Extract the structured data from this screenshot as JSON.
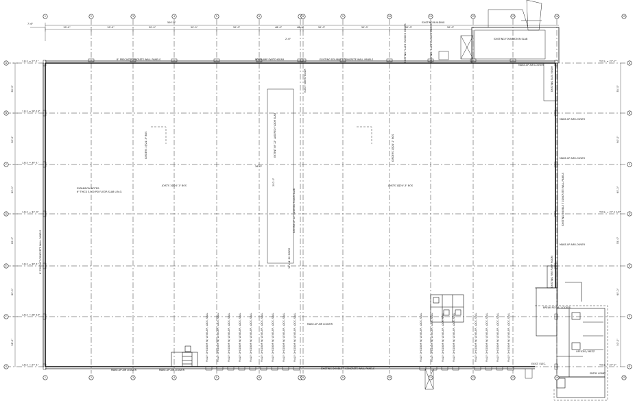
{
  "drawing": {
    "columns": [
      "1",
      "2",
      "3",
      "4",
      "5",
      "6",
      "7",
      "8",
      "9",
      "10",
      "11",
      "12",
      "13",
      "14",
      "15"
    ],
    "rows": [
      "A",
      "B",
      "C",
      "D",
      "E",
      "F",
      "G"
    ],
    "bay_dims": [
      "50'-0\"",
      "50'-0\"",
      "50'-0\"",
      "50'-0\"",
      "50'-0\"",
      "48'-0\"",
      "48'-0\"",
      "50'-0\"",
      "50'-0\"",
      "50'-0\"",
      "50'-0\""
    ],
    "overall_dim": "500'-0\"",
    "left_small_dim": "7'-6\"",
    "misc_dim": "2'-6\"",
    "row_dims": [
      "60'-0\"",
      "60'-0\"",
      "60'-0\"",
      "60'-0\"",
      "60'-0\"",
      "58'-0\""
    ],
    "right_dims": [
      "55'-0\"",
      "60'-0\"",
      "60'-0\"",
      "55'-0\"",
      "60'-0\"",
      "50'-0\""
    ],
    "elevations_left": [
      "1.B.F. = 27'-1\"",
      "1.B.F. = 28'-10\"",
      "1.B.F. = 30'-1\"",
      "1.B.F. = 31'-4\"",
      "1.B.F. = 30'-1\"",
      "1.B.F. = 28'-10\"",
      "1.B.F. = 27'-1\""
    ],
    "elevations_right": [
      "T.O.S. = 27'-1\"",
      "T.O.S. = 27'-1 1/2\"",
      "T.O.S. = 27'-1\""
    ]
  },
  "labels": {
    "precast_top": "8\" PRECAST CONCRETE WALL PANELS",
    "road_amp": "ROAD AMP SWITCHGEAR",
    "existing_tee_top": "EXISTING DOUBLE T CONCRETE WALL PANELS",
    "existing_tee_bottom": "EXISTING DOUBLE T CONCRETE WALL PANELS",
    "existing_tee_right": "EXISTING DOUBLE T CONCRETE WALL PANELS",
    "precast_left": "8\" PRECAST CONCRETE WALL PANELS",
    "existing_building": "EXISTING BUILDING",
    "existing_foundation": "EXISTING FOUNDATION SLAB",
    "existing_elec": "EXISTING ELEC ROOM",
    "elect_switchgear": "ELECT SWITCHGEAR",
    "existing_filled_1": "EXISTING FILLED IN DOCK DOORS",
    "existing_filled_2": "EXISTING FILLED IN DOCK DOORS",
    "makeup_air": "MAKE-UP AIR LOUVER",
    "expansion_notes_title": "EXPANSION NOTES:",
    "expansion_notes_body": "6\" THICK 3,500 PSI FLOOR SLAB U.N.O.",
    "joists_left": "JOISTS 1@24'-1\" BOS",
    "joists_right": "JOISTS 1@24'-3\" BOS",
    "girders_left": "GIRDERS 1@24'-3\" BOS",
    "girders_right": "GIRDERS 1@24'-1\" BOS",
    "laser_slab": "EXTENT OF 12\" LASERED FLOOR SLAB",
    "dock_door": "9'x10' OH DOOR W/ LEVELER, LOCK, SEAL",
    "drive_door": "12'x14' OH DOOR",
    "break_room": "BREAK ROOM / LOCKER",
    "offices": "OFFICES / MEZZ",
    "entry_lobby": "ENTRY LOBBY",
    "existing_fire_pump": "EXISTING FIRE PUMP ROOM",
    "exist_elec_small": "EXIST. ELEC.",
    "dim_26": "26'-0\"",
    "dim_200": "200'-0\""
  }
}
